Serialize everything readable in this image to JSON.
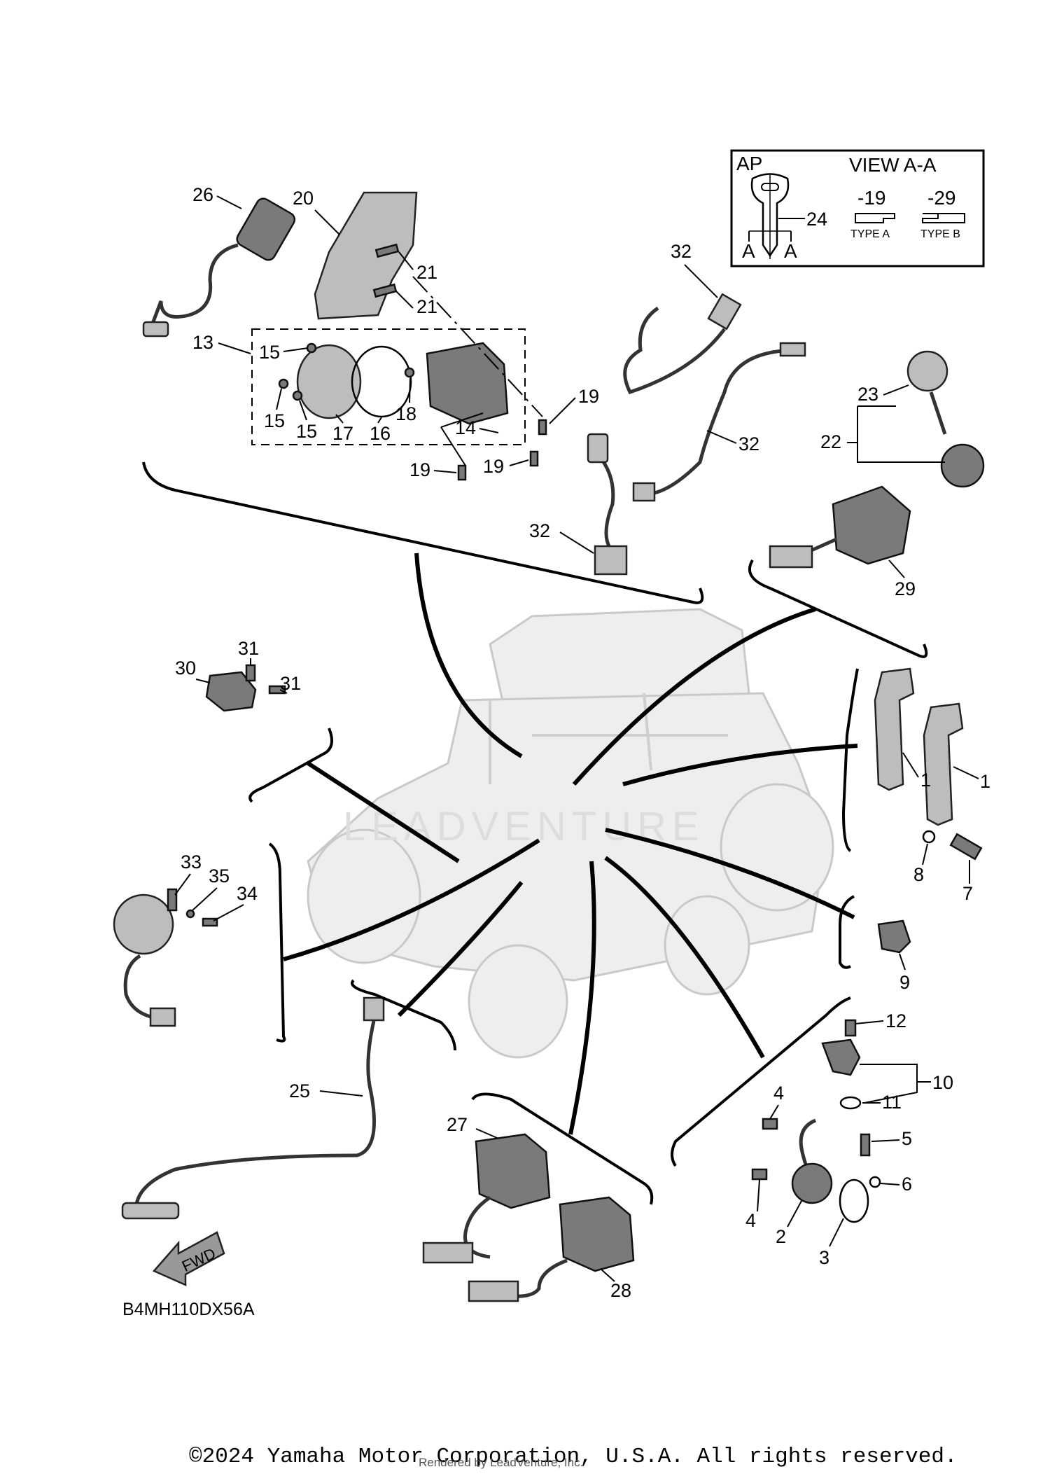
{
  "diagram_code": "B4MH110DX56A",
  "copyright": "©2024 Yamaha Motor Corporation, U.S.A. All rights reserved.",
  "watermark_text": "Rendered by LeadVenture, Inc.",
  "logo_text": "LEADVENTURE",
  "view_box": {
    "label_ap": "AP",
    "title": "VIEW A-A",
    "part_left": "-19",
    "part_right": "-29",
    "type_a": "TYPE A",
    "type_b": "TYPE B",
    "section_mark": "A",
    "key_callout": "24"
  },
  "fwd_label": "FWD",
  "callouts": {
    "c1a": "1",
    "c1b": "1",
    "c2": "2",
    "c3": "3",
    "c4a": "4",
    "c4b": "4",
    "c5": "5",
    "c6": "6",
    "c7": "7",
    "c8": "8",
    "c9": "9",
    "c10": "10",
    "c11": "11",
    "c12": "12",
    "c13": "13",
    "c14": "14",
    "c15a": "15",
    "c15b": "15",
    "c15c": "15",
    "c16": "16",
    "c17": "17",
    "c18": "18",
    "c19a": "19",
    "c19b": "19",
    "c19c": "19",
    "c20": "20",
    "c21a": "21",
    "c21b": "21",
    "c22": "22",
    "c23": "23",
    "c25": "25",
    "c26": "26",
    "c27": "27",
    "c28": "28",
    "c29": "29",
    "c30": "30",
    "c31a": "31",
    "c31b": "31",
    "c32a": "32",
    "c32b": "32",
    "c32c": "32",
    "c33": "33",
    "c34": "34",
    "c35": "35"
  }
}
